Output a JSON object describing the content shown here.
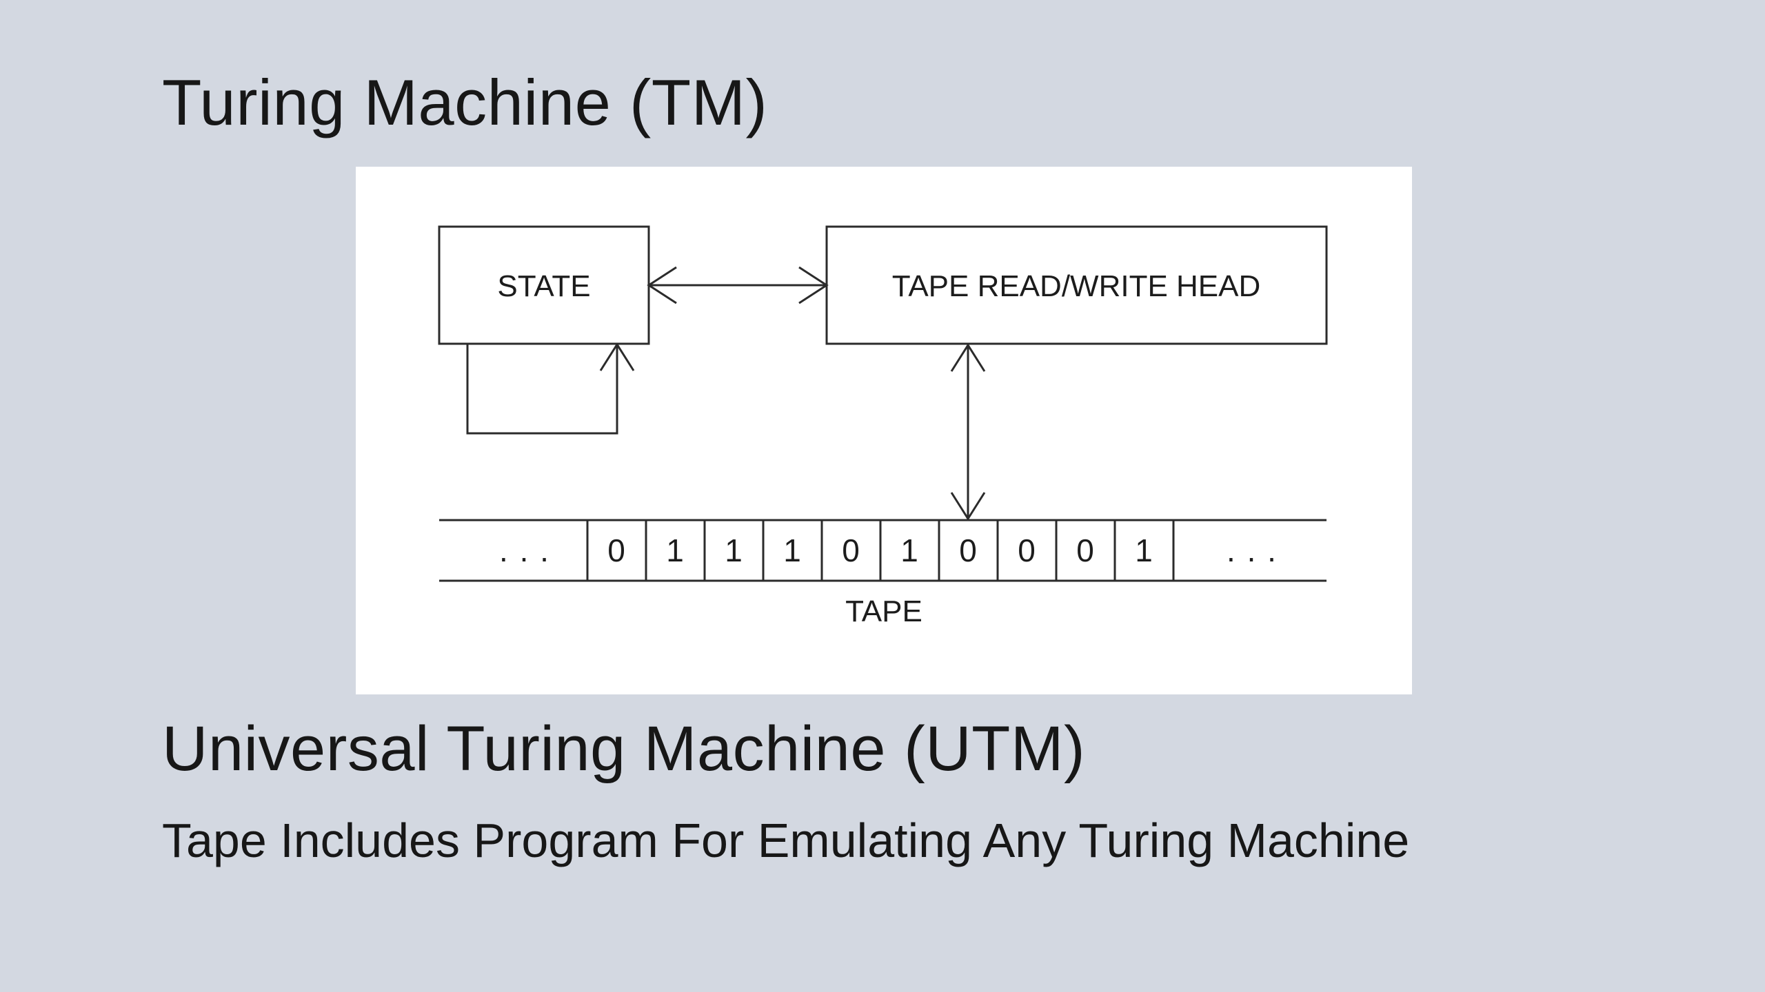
{
  "slide": {
    "title": "Turing Machine (TM)",
    "utm_heading": "Universal Turing Machine (UTM)",
    "utm_subtitle": "Tape Includes Program For Emulating Any Turing Machine"
  },
  "diagram": {
    "state_label": "STATE",
    "head_label": "TAPE READ/WRITE HEAD",
    "tape_label": "TAPE",
    "ellipsis_left": ". . .",
    "ellipsis_right": ". . .",
    "tape_cells": [
      "0",
      "1",
      "1",
      "1",
      "0",
      "1",
      "0",
      "0",
      "0",
      "1"
    ]
  },
  "colors": {
    "background": "#d3d8e1",
    "panel_background": "#ffffff",
    "diagram_line": "#2b2b2b",
    "text": "#171717"
  }
}
